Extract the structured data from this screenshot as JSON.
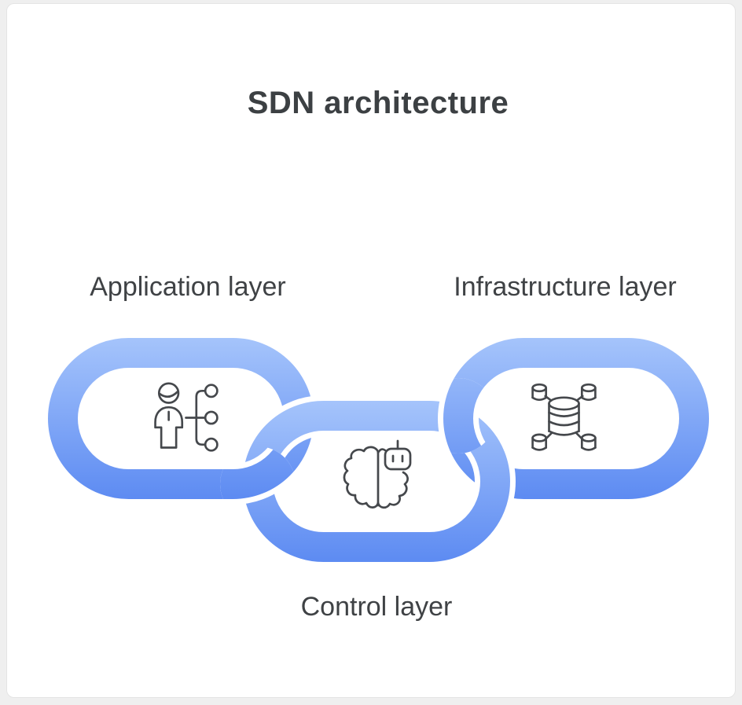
{
  "title": "SDN architecture",
  "layers": {
    "application": {
      "label": "Application layer",
      "icon": "user-hierarchy-icon"
    },
    "control": {
      "label": "Control layer",
      "icon": "brain-robot-icon"
    },
    "infrastructure": {
      "label": "Infrastructure layer",
      "icon": "database-network-icon"
    }
  },
  "colors": {
    "chain_top": "#a5c4fb",
    "chain_bottom": "#5d8bf2",
    "icon_stroke": "#45484c",
    "text": "#3c4043",
    "card": "#ffffff",
    "page_background": "#efefef"
  }
}
